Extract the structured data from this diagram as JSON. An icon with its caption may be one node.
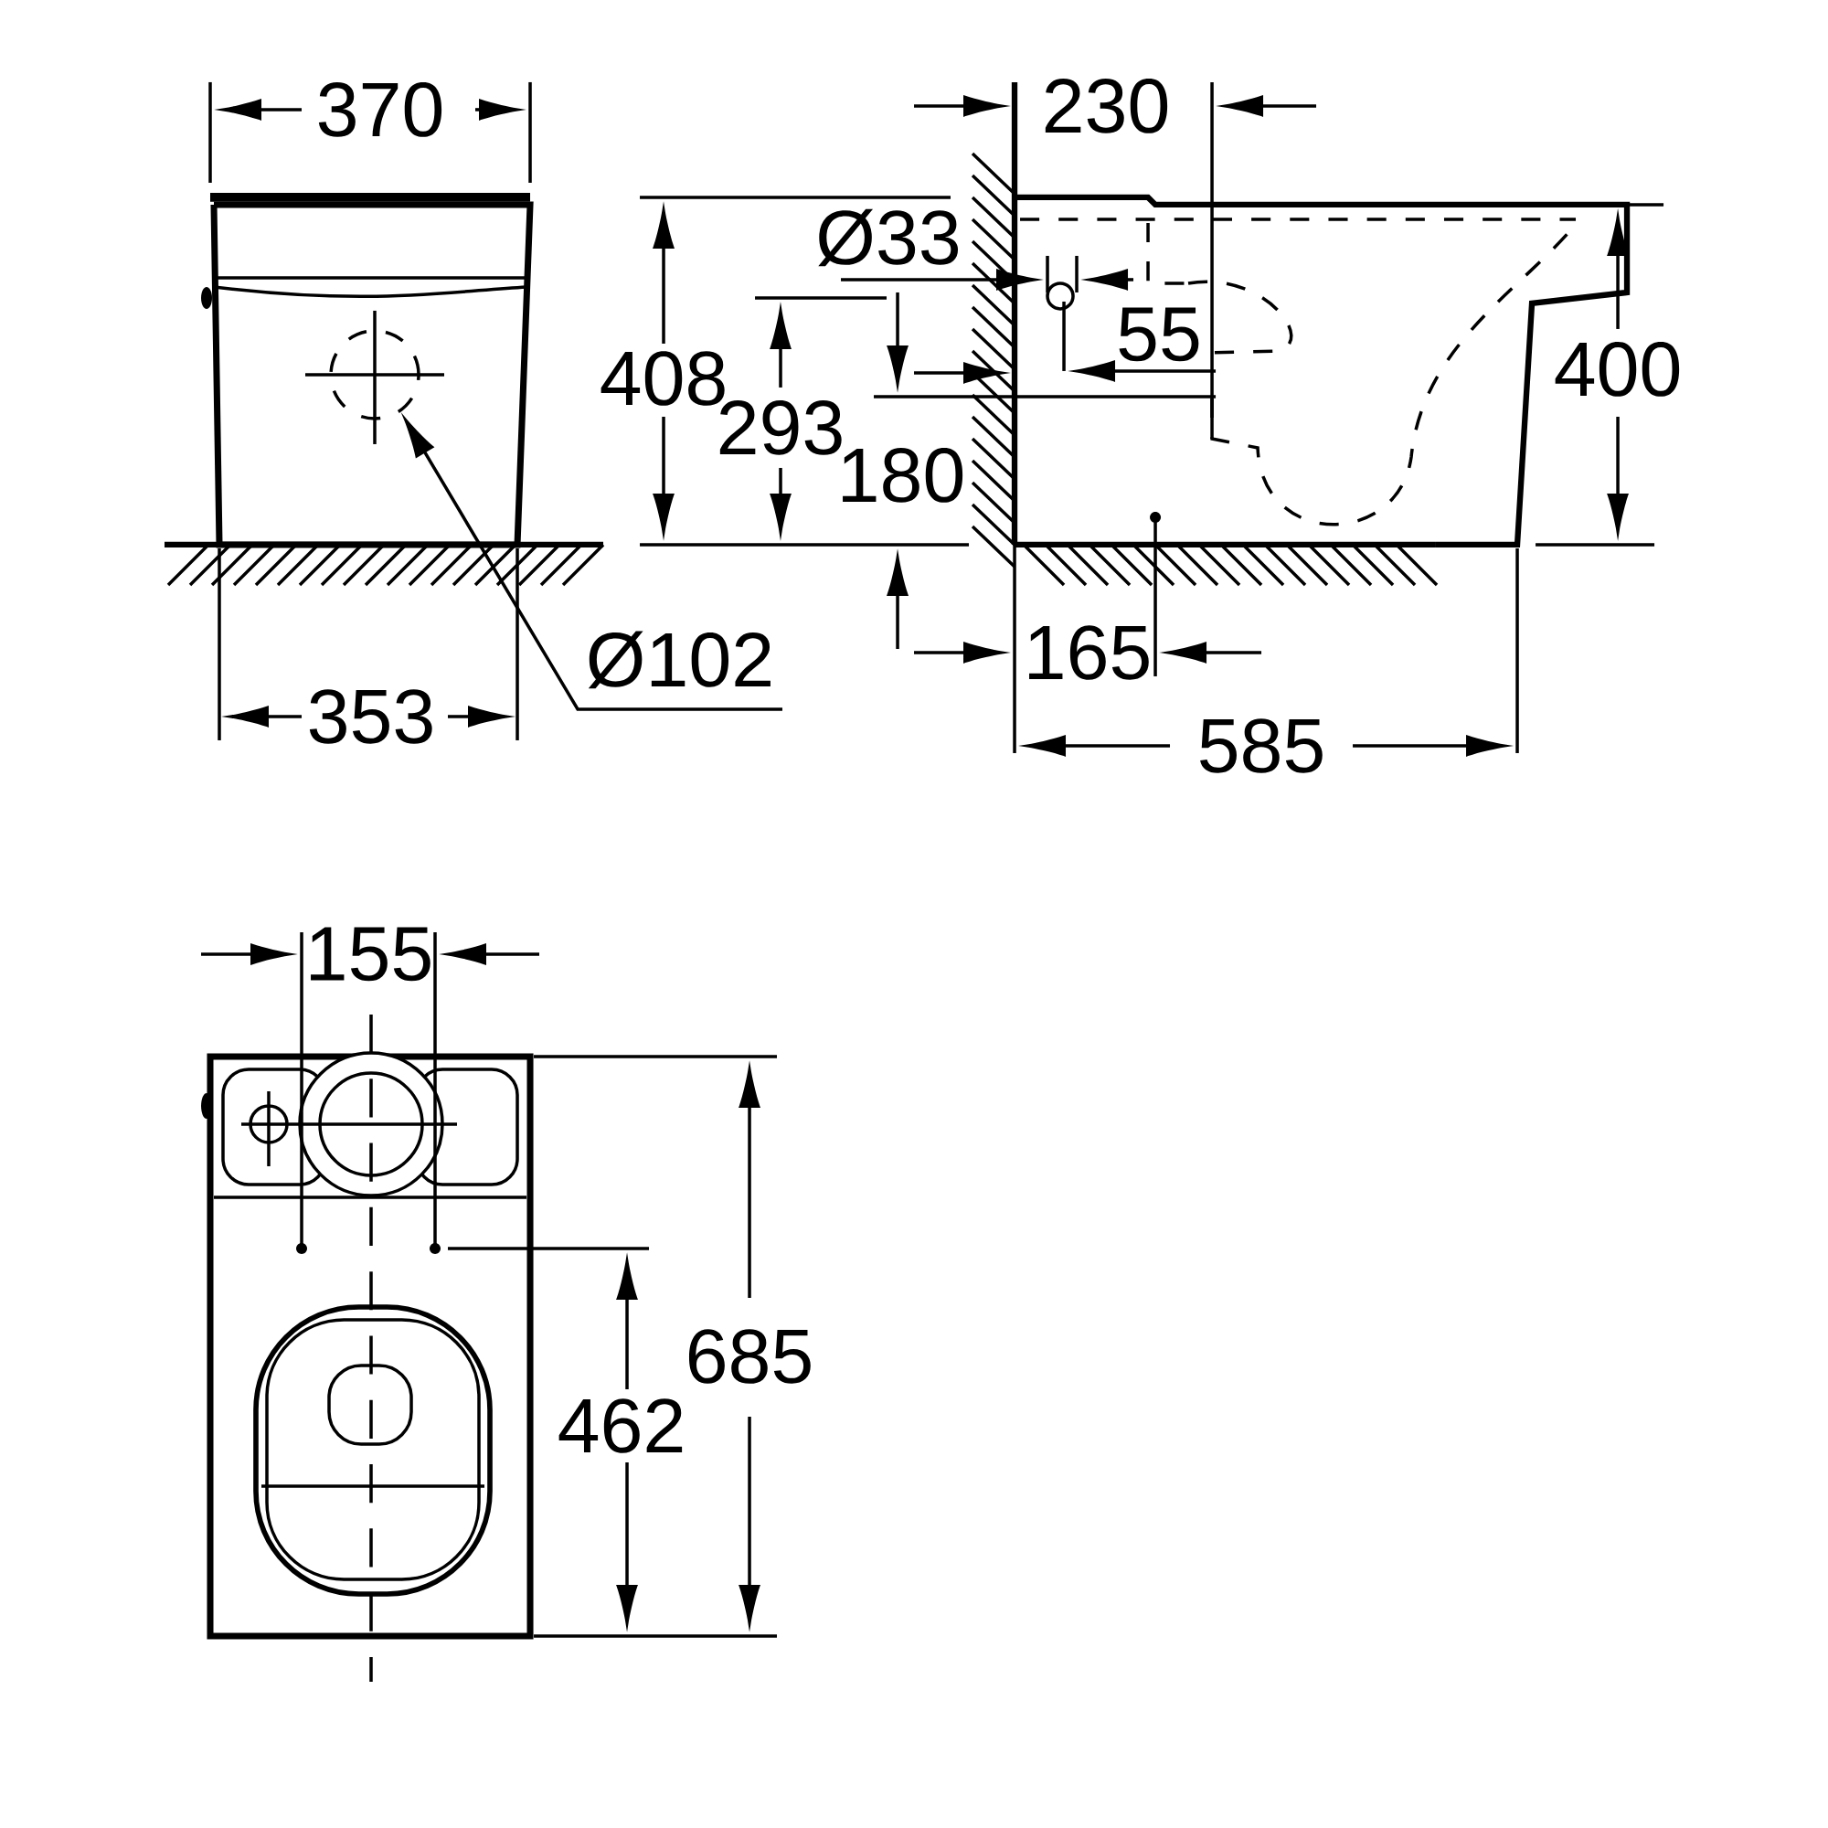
{
  "diagram": {
    "nodes": [
      {
        "text": [
          "Ø102"
        ]
      },
      {
        "text": [],
        "shape": "circle"
      }
    ],
    "edges": [
      {
        "from": 0,
        "to": 1,
        "arrow": "to"
      }
    ],
    "labels": [
      "370",
      "230",
      "Ø33",
      "408",
      "293",
      "55",
      "180",
      "400",
      "353",
      "165",
      "585",
      "155",
      "685",
      "462"
    ]
  }
}
